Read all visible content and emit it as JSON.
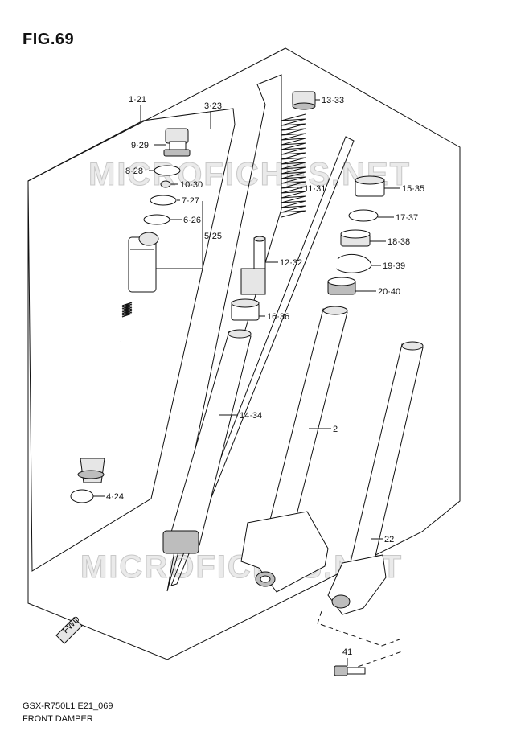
{
  "figure_title": "FIG.69",
  "footer": {
    "code": "GSX-R750L1 E21_069",
    "name": "FRONT DAMPER"
  },
  "watermark": [
    "MICROFICHES.NET",
    "MICROFICHES.NET"
  ],
  "fwd_label": "FWD",
  "parts": {
    "p1": "1·21",
    "p3": "3·23",
    "p9": "9·29",
    "p8": "8·28",
    "p10": "10·30",
    "p7": "7·27",
    "p6": "6·26",
    "p5": "5·25",
    "p4": "4·24",
    "p13": "13·33",
    "p11": "11·31",
    "p12": "12·32",
    "p16": "16·36",
    "p14": "14·34",
    "p15": "15·35",
    "p17": "17·37",
    "p18": "18·38",
    "p19": "19·39",
    "p20": "20·40",
    "p2": "2",
    "p22": "22",
    "p41": "41"
  }
}
